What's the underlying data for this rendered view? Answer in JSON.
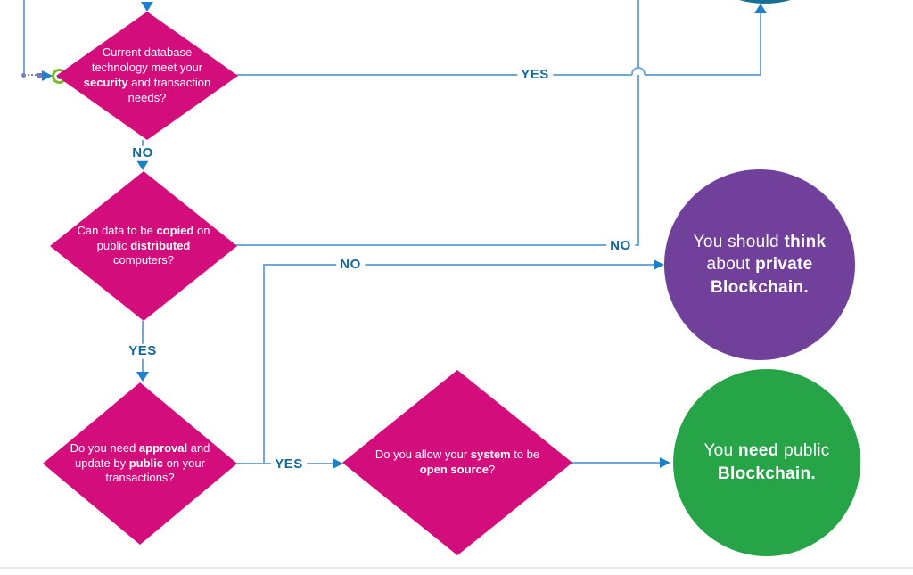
{
  "palette": {
    "magenta": "#d40d7d",
    "purple": "#70409a",
    "green": "#27a448",
    "teal": "#166f8e",
    "line_blue": "#6fa8d6",
    "arrow_blue": "#1c7fc9",
    "label_blue": "#14689c",
    "anchor_green": "#79b829",
    "anchor_dot": "#0f7b90",
    "anchor_violet": "#7a79c1",
    "divider": "#f1e8e6"
  },
  "diamonds": {
    "security": {
      "segments": [
        {
          "t": "Current database technology meet your "
        },
        {
          "t": "security",
          "b": true
        },
        {
          "t": " and transaction needs?"
        }
      ]
    },
    "copied": {
      "segments": [
        {
          "t": "Can data to be "
        },
        {
          "t": "copied",
          "b": true
        },
        {
          "t": " on public "
        },
        {
          "t": "distributed",
          "b": true
        },
        {
          "t": " computers?"
        }
      ]
    },
    "approval": {
      "segments": [
        {
          "t": "Do you need "
        },
        {
          "t": "approval",
          "b": true
        },
        {
          "t": " and update by "
        },
        {
          "t": "public",
          "b": true
        },
        {
          "t": " on your transactions?"
        }
      ]
    },
    "open_source": {
      "segments": [
        {
          "t": "Do you allow your "
        },
        {
          "t": "system",
          "b": true
        },
        {
          "t": " to be "
        },
        {
          "t": "open source",
          "b": true
        },
        {
          "t": "?"
        }
      ]
    }
  },
  "results": {
    "private": {
      "segments": [
        {
          "t": "You should "
        },
        {
          "t": "think",
          "b": true
        },
        {
          "t": " about "
        },
        {
          "t": "private",
          "b": true
        },
        {
          "t": " "
        },
        {
          "t": "Blockchain.",
          "b": true
        }
      ]
    },
    "public": {
      "segments": [
        {
          "t": "You "
        },
        {
          "t": "need",
          "b": true
        },
        {
          "t": " public "
        },
        {
          "t": "Blockchain.",
          "b": true
        }
      ]
    }
  },
  "connector_labels": {
    "d1_yes": "YES",
    "d1_no": "NO",
    "d2_no": "NO",
    "d2_yes": "YES",
    "d3_yes": "YES",
    "d4_no": "NO"
  }
}
